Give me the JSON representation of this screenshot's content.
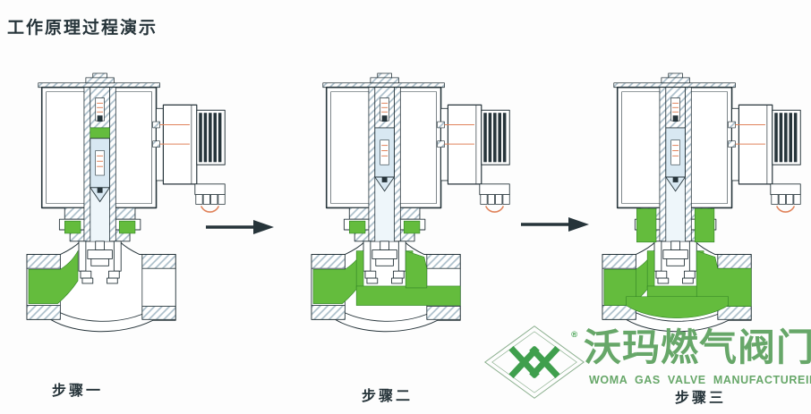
{
  "title": "工作原理过程演示",
  "colors": {
    "line": "#26343a",
    "gas": "#64bc3d",
    "gasline": "#2f8024",
    "lightblue": "#d8e8f2",
    "tubebg": "#eef6fa",
    "hatch": "#a9bdc9",
    "orange": "#e0835b",
    "brand": "#67a769",
    "logo": "#3f9f4d",
    "diamond": "#8cb08f"
  },
  "steps": [
    {
      "label": "步骤一",
      "state": "closed"
    },
    {
      "label": "步骤二",
      "state": "opening"
    },
    {
      "label": "步骤三",
      "state": "open"
    }
  ],
  "arrows": {
    "glyph": "right-arrow"
  },
  "watermark": {
    "brand_cn": "沃玛燃气阀门",
    "brand_en": "WOMA GAS VALVE MANUFACTUREING",
    "registered": "®",
    "monogram": "XX"
  }
}
